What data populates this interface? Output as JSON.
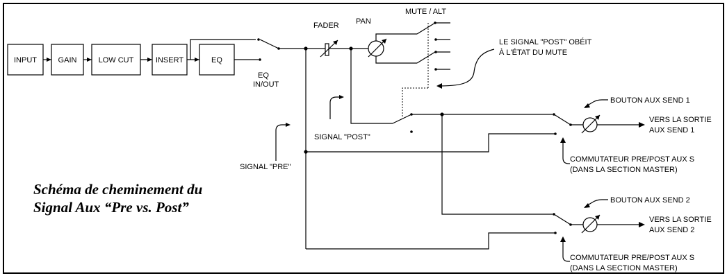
{
  "blocks": {
    "input": "INPUT",
    "gain": "GAIN",
    "low_cut": "LOW CUT",
    "insert": "INSERT",
    "eq": "EQ"
  },
  "labels": {
    "eq_in_out_line1": "EQ",
    "eq_in_out_line2": "IN/OUT",
    "fader": "FADER",
    "pan": "PAN",
    "mute_alt": "MUTE / ALT",
    "post_note_line1": "LE SIGNAL \"POST\"  OBÉIT",
    "post_note_line2": "À L'ÉTAT DU MUTE",
    "signal_post": "SIGNAL \"POST\"",
    "signal_pre": "SIGNAL \"PRE\"",
    "aux1_knob": "BOUTON AUX SEND 1",
    "aux1_out_line1": "VERS LA SORTIE",
    "aux1_out_line2": "AUX SEND 1",
    "aux1_switch_line1": "COMMUTATEUR PRE/POST AUX S",
    "aux1_switch_line2": "(DANS LA SECTION MASTER)",
    "aux2_knob": "BOUTON AUX SEND 2",
    "aux2_out_line1": "VERS LA SORTIE",
    "aux2_out_line2": "AUX SEND 2",
    "aux2_switch_line1": "COMMUTATEUR PRE/POST AUX S",
    "aux2_switch_line2": "(DANS LA SECTION MASTER)"
  },
  "caption": {
    "line1": "Schéma de cheminement du",
    "line2": "Signal Aux “Pre vs. Post”"
  }
}
